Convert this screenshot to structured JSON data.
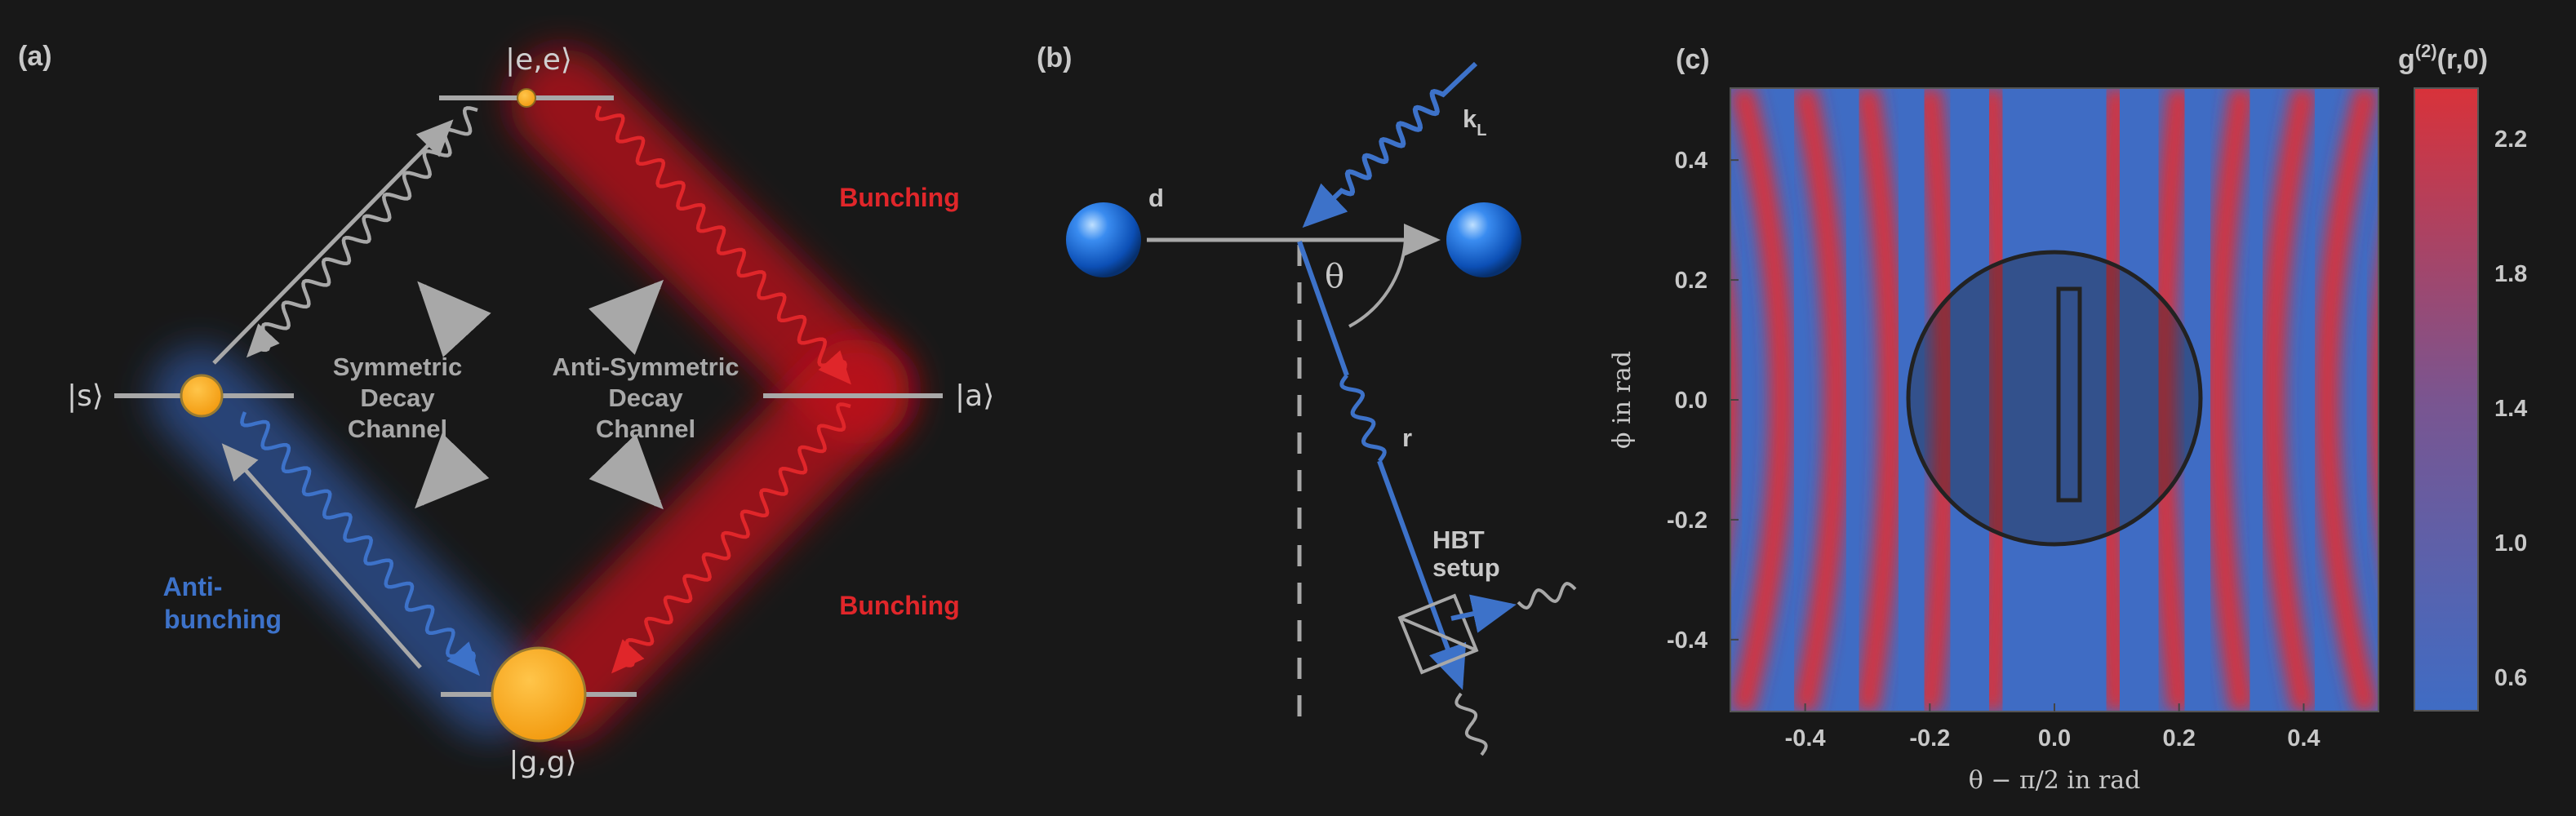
{
  "panel_a": {
    "label": "(a)",
    "ket_ee": "|e,e⟩",
    "ket_s": "|s⟩",
    "ket_a": "|a⟩",
    "ket_gg": "|g,g⟩",
    "symmetric": [
      "Symmetric",
      "Decay",
      "Channel"
    ],
    "antisymmetric": [
      "Anti-Symmetric",
      "Decay",
      "Channel"
    ],
    "bunching_top": "Bunching",
    "bunching_bottom": "Bunching",
    "antibunching": [
      "Anti-",
      "bunching"
    ]
  },
  "panel_b": {
    "label": "(b)",
    "d": "d",
    "kL": "k",
    "kL_sub": "L",
    "theta": "θ",
    "r": "r",
    "hbt": [
      "HBT",
      "setup"
    ]
  },
  "panel_c": {
    "label": "(c)",
    "colorbar_title": "g",
    "colorbar_title_sup": "(2)",
    "colorbar_title_rest": "(r,0)",
    "colorbar_ticks": [
      "2.2",
      "1.8",
      "1.4",
      "1.0",
      "0.6"
    ],
    "ylabel": "ϕ in rad",
    "xlabel": "θ − π/2 in rad",
    "xticks": [
      "-0.4",
      "-0.2",
      "0.0",
      "0.2",
      "0.4"
    ],
    "yticks": [
      "0.4",
      "0.2",
      "0.0",
      "-0.2",
      "-0.4"
    ]
  },
  "colors": {
    "background": "#181818",
    "red": "#e0262a",
    "blue": "#3d72c9",
    "gray": "#a8a8a8",
    "orange": "#f5a623",
    "heat_low": "#3f6cc4",
    "heat_high": "#d8323a"
  },
  "chart_data": {
    "type": "heatmap",
    "xlabel": "θ − π/2 in rad",
    "ylabel": "ϕ in rad",
    "xlim": [
      -0.52,
      0.52
    ],
    "ylim": [
      -0.52,
      0.52
    ],
    "xticks": [
      -0.4,
      -0.2,
      0.0,
      0.2,
      0.4
    ],
    "yticks": [
      0.4,
      0.2,
      0.0,
      -0.2,
      -0.4
    ],
    "colorbar_label": "g(2)(r,0)",
    "colorbar_range": [
      0.5,
      2.35
    ],
    "colorbar_ticks": [
      0.6,
      1.0,
      1.4,
      1.8,
      2.2
    ],
    "pattern": "curved fringes",
    "fringe_period_rad": 0.0875,
    "overlays": [
      "circle",
      "rectangle"
    ]
  }
}
